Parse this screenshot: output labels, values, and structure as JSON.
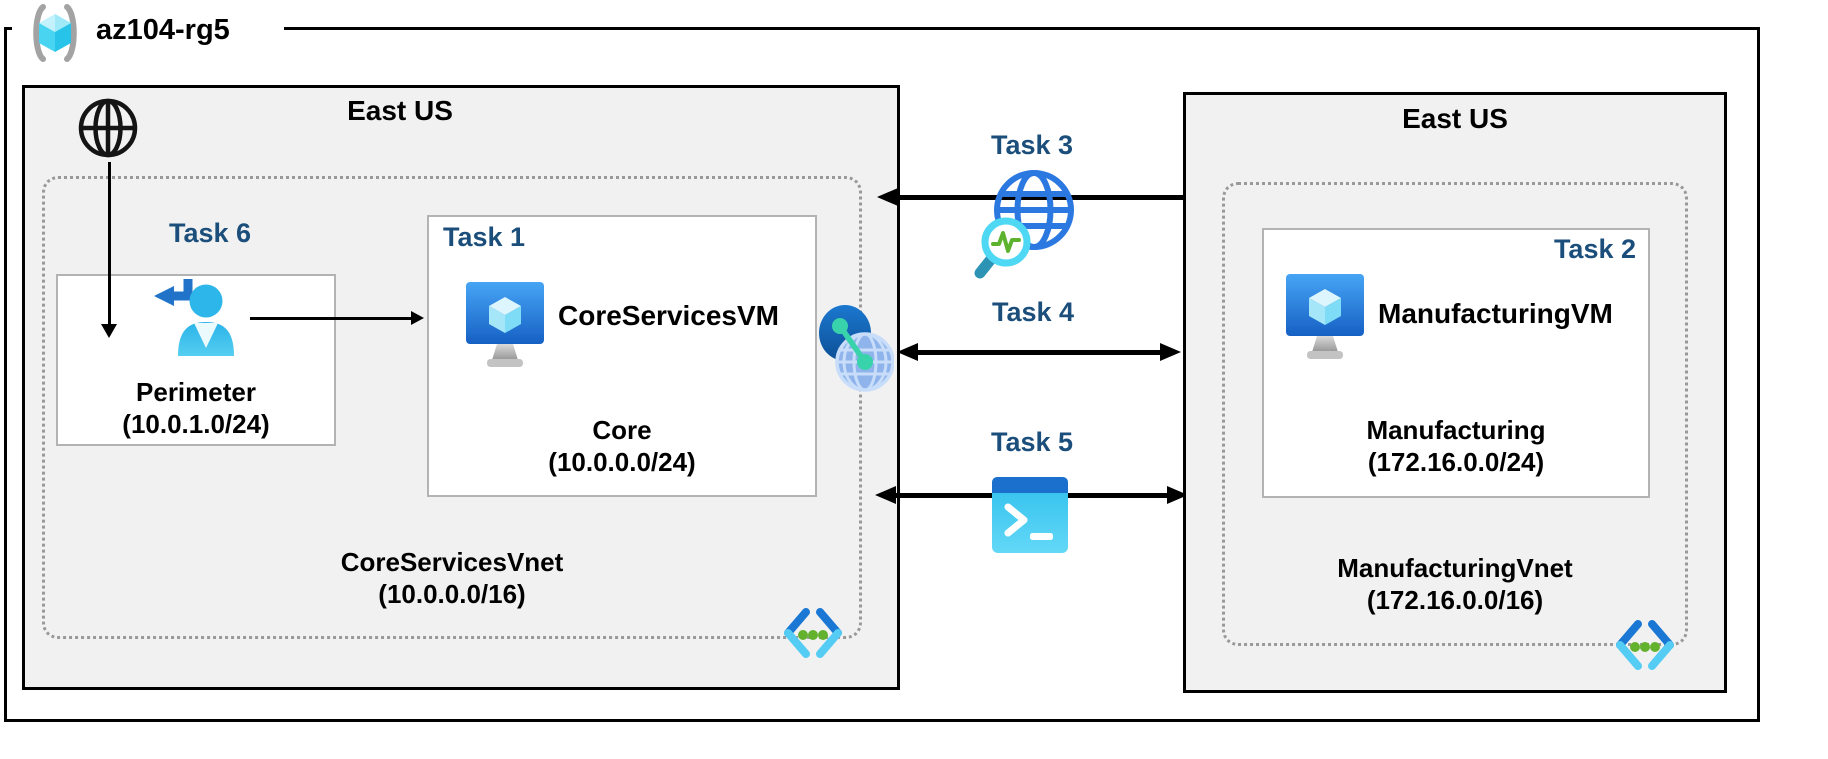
{
  "resource_group": {
    "label": "az104-rg5"
  },
  "regions": {
    "left": {
      "title": "East US",
      "task6": "Task 6",
      "perimeter": {
        "name": "Perimeter",
        "cidr": "(10.0.1.0/24)"
      },
      "task1": "Task 1",
      "vm_name": "CoreServicesVM",
      "core": {
        "name": "Core",
        "cidr": "(10.0.0.0/24)"
      },
      "vnet": {
        "name": "CoreServicesVnet",
        "cidr": "(10.0.0.0/16)"
      }
    },
    "right": {
      "title": "East US",
      "task2": "Task 2",
      "vm_name": "ManufacturingVM",
      "subnet": {
        "name": "Manufacturing",
        "cidr": "(172.16.0.0/24)"
      },
      "vnet": {
        "name": "ManufacturingVnet",
        "cidr": "(172.16.0.0/16)"
      }
    }
  },
  "middle": {
    "task3": "Task 3",
    "task4": "Task 4",
    "task5": "Task 5"
  },
  "icons": {
    "resource_group": "resource-group-icon",
    "internet": "internet-globe-icon",
    "user_signin": "user-signin-icon",
    "virtual_machine": "virtual-machine-icon",
    "vnet_peering": "vnet-peering-icon",
    "network_watcher": "network-watcher-icon",
    "cloud_shell": "cloud-shell-icon",
    "virtual_network": "virtual-network-icon"
  },
  "colors": {
    "task_label": "#1B4E7B",
    "region_fill": "#F1F1F1",
    "solid_border": "#000000",
    "dotted_border": "#999999",
    "inner_box_border": "#B3B3B3",
    "azure_blue": "#1A70CC",
    "icon_cyan": "#35BFEB",
    "teal_connector": "#38D3AB",
    "green_dot": "#63B22E"
  }
}
